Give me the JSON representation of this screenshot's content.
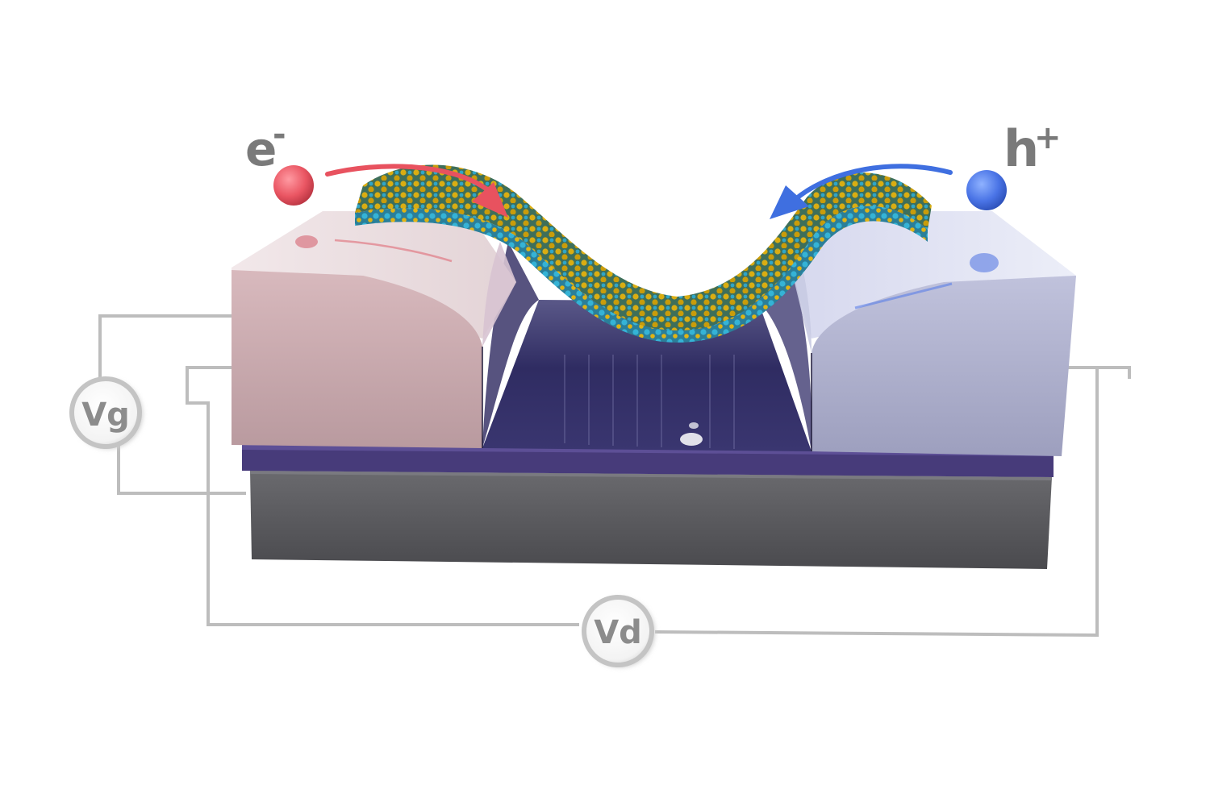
{
  "labels": {
    "electron": "e",
    "electron_sup": "-",
    "hole": "h",
    "hole_sup": "+",
    "gate_voltage": "Vg",
    "drain_voltage": "Vd"
  },
  "colors": {
    "electron": "#e8525f",
    "hole": "#3f6fe0",
    "left_contact": "#c9a3a8",
    "right_contact": "#a9abc8",
    "channel": "#2d2a5c",
    "dielectric": "#4a3c7a",
    "substrate": "#5a5a5e",
    "sulfur": "#d4a90a",
    "metal": "#2fa6c9",
    "wire": "#bdbdbd"
  },
  "icons": {
    "meter": "circle-meter-icon",
    "carrier": "sphere-icon",
    "arrow": "curved-arrow-icon"
  }
}
